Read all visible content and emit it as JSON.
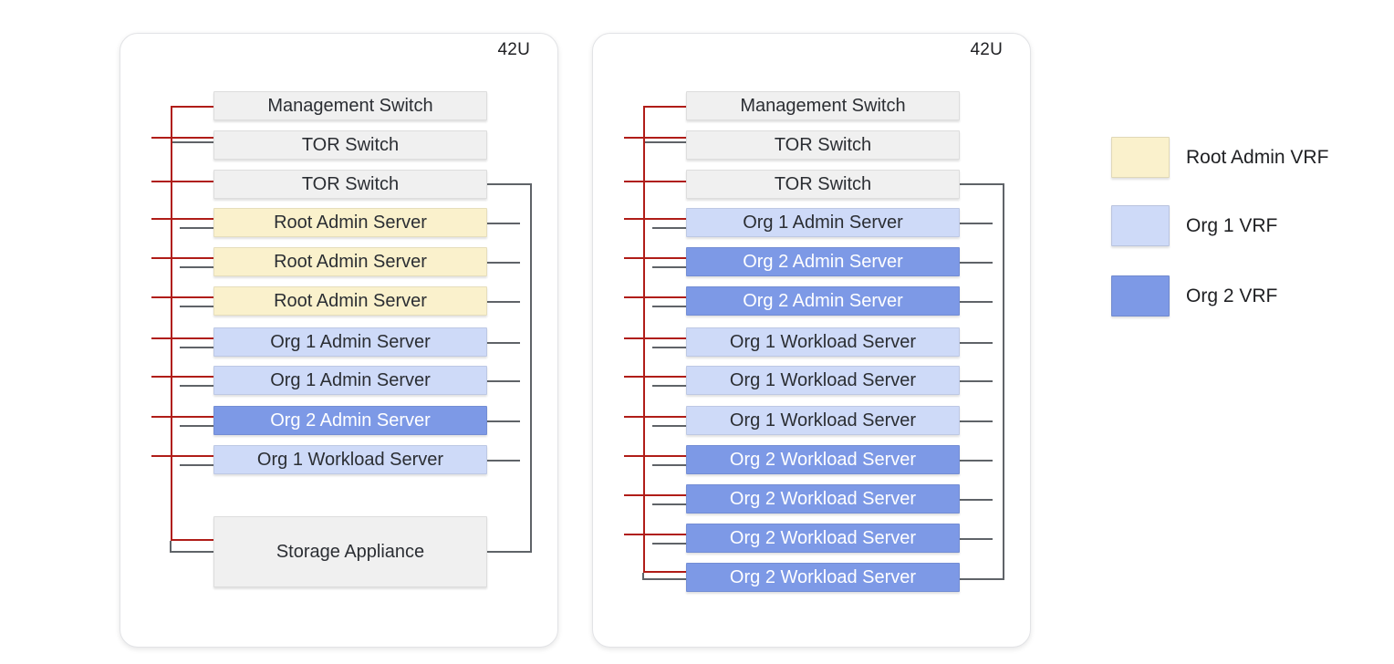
{
  "racks": [
    {
      "capacity_label": "42U",
      "units": [
        {
          "label": "Management Switch",
          "type": "switch"
        },
        {
          "label": "TOR Switch",
          "type": "switch"
        },
        {
          "label": "TOR Switch",
          "type": "switch"
        },
        {
          "label": "Root Admin Server",
          "type": "root_admin"
        },
        {
          "label": "Root Admin Server",
          "type": "root_admin"
        },
        {
          "label": "Root Admin Server",
          "type": "root_admin"
        },
        {
          "label": "Org 1 Admin Server",
          "type": "org1"
        },
        {
          "label": "Org 1 Admin Server",
          "type": "org1"
        },
        {
          "label": "Org 2 Admin Server",
          "type": "org2"
        },
        {
          "label": "Org 1 Workload Server",
          "type": "org1"
        },
        {
          "label": "Storage Appliance",
          "type": "storage"
        }
      ]
    },
    {
      "capacity_label": "42U",
      "units": [
        {
          "label": "Management Switch",
          "type": "switch"
        },
        {
          "label": "TOR Switch",
          "type": "switch"
        },
        {
          "label": "TOR Switch",
          "type": "switch"
        },
        {
          "label": "Org 1 Admin Server",
          "type": "org1"
        },
        {
          "label": "Org 2 Admin Server",
          "type": "org2"
        },
        {
          "label": "Org 2 Admin Server",
          "type": "org2"
        },
        {
          "label": "Org 1 Workload Server",
          "type": "org1"
        },
        {
          "label": "Org 1 Workload Server",
          "type": "org1"
        },
        {
          "label": "Org 1 Workload Server",
          "type": "org1"
        },
        {
          "label": "Org 2 Workload Server",
          "type": "org2"
        },
        {
          "label": "Org 2 Workload Server",
          "type": "org2"
        },
        {
          "label": "Org 2 Workload Server",
          "type": "org2"
        },
        {
          "label": "Org 2 Workload Server",
          "type": "org2"
        }
      ]
    }
  ],
  "legend": {
    "items": [
      {
        "label": "Root Admin VRF",
        "color": "#faf1cc"
      },
      {
        "label": "Org 1 VRF",
        "color": "#cedaf8"
      },
      {
        "label": "Org 2 VRF",
        "color": "#7d99e6"
      }
    ]
  },
  "colors": {
    "management_line": "#b01d18",
    "data_line": "#5f6368",
    "unit_switch": "#f0f0f0",
    "unit_root_admin": "#faf1cc",
    "unit_org1": "#cedaf8",
    "unit_org2": "#7d99e6",
    "unit_storage": "#f0f0f0"
  }
}
